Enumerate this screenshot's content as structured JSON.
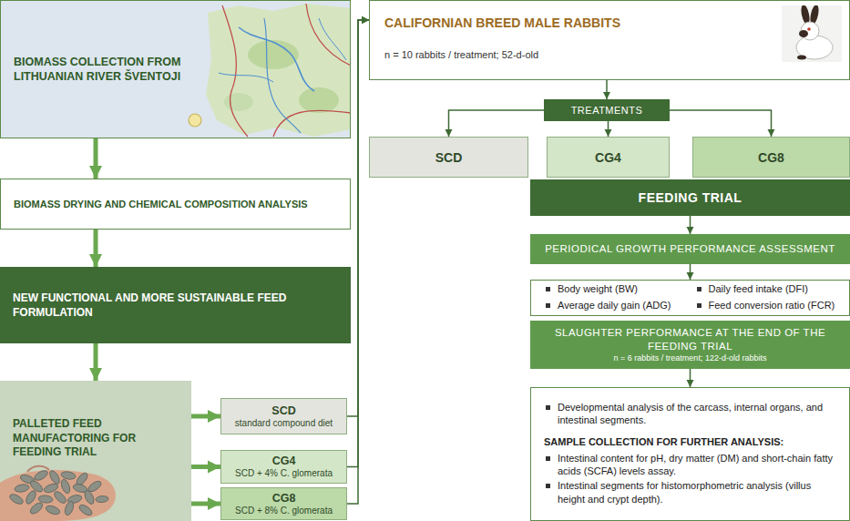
{
  "diagram": {
    "nodes": [
      {
        "text": [
          "BIOMASS COLLECTION FROM LITHUANIAN RIVER ŠVENTOJI"
        ]
      },
      {
        "text": [
          "BIOMASS DRYING AND CHEMICAL COMPOSITION ANALYSIS"
        ]
      },
      {
        "text": [
          "NEW FUNCTIONAL AND MORE SUSTAINABLE FEED FORMULATION"
        ]
      },
      {
        "text": [
          "PALLETED FEED MANUFACTORING FOR FEEDING TRIAL"
        ]
      },
      {
        "text": [
          "SCD",
          "standard compound diet"
        ]
      },
      {
        "text": [
          "CG4",
          "SCD + 4% C. glomerata"
        ]
      },
      {
        "text": [
          "CG8",
          "SCD + 8% C. glomerata"
        ]
      },
      {
        "text": [
          "CALIFORNIAN BREED MALE RABBITS",
          "n = 10 rabbits / treatment; 52-d-old"
        ]
      },
      {
        "text": [
          "TREATMENTS"
        ]
      },
      {
        "text": [
          "SCD"
        ]
      },
      {
        "text": [
          "CG4"
        ]
      },
      {
        "text": [
          "CG8"
        ]
      },
      {
        "text": [
          "FEEDING TRIAL"
        ]
      },
      {
        "text": [
          "PERIODICAL GROWTH PERFORMANCE ASSESSMENT"
        ]
      },
      {
        "text": [
          "Body weight (BW)",
          "Daily feed intake (DFI)",
          "Average daily gain (ADG)",
          "Feed conversion ratio (FCR)"
        ]
      },
      {
        "text": [
          "SLAUGHTER PERFORMANCE AT THE END OF THE FEEDING TRIAL",
          "n = 6 rabbits / treatment; 122-d-old rabbits"
        ]
      },
      {
        "text": [
          "Developmental analysis of the carcass, internal organs, and intestinal segments.",
          "SAMPLE COLLECTION FOR FURTHER ANALYSIS:",
          "Intestinal content for pH, dry matter (DM) and short-chain fatty acids (SCFA) levels assay.",
          "Intestinal segments for histomorphometric analysis (villus height and crypt depth)."
        ]
      }
    ],
    "edges": [
      {
        "from": 0,
        "to": 1,
        "arrow": "to"
      },
      {
        "from": 1,
        "to": 2,
        "arrow": "to"
      },
      {
        "from": 2,
        "to": 3,
        "arrow": "to"
      },
      {
        "from": 3,
        "to": 4,
        "arrow": "to"
      },
      {
        "from": 3,
        "to": 5,
        "arrow": "to"
      },
      {
        "from": 3,
        "to": 6,
        "arrow": "to"
      },
      {
        "from": 4,
        "to": 7,
        "arrow": "to"
      },
      {
        "from": 5,
        "to": 7,
        "arrow": "to"
      },
      {
        "from": 6,
        "to": 7,
        "arrow": "to"
      },
      {
        "from": 7,
        "to": 8,
        "arrow": "to"
      },
      {
        "from": 8,
        "to": 9,
        "arrow": "to"
      },
      {
        "from": 8,
        "to": 10,
        "arrow": "to"
      },
      {
        "from": 8,
        "to": 11,
        "arrow": "to"
      },
      {
        "from": 12,
        "to": 13,
        "arrow": "to"
      },
      {
        "from": 13,
        "to": 14,
        "arrow": "to"
      },
      {
        "from": 15,
        "to": 16,
        "arrow": "to"
      }
    ]
  }
}
